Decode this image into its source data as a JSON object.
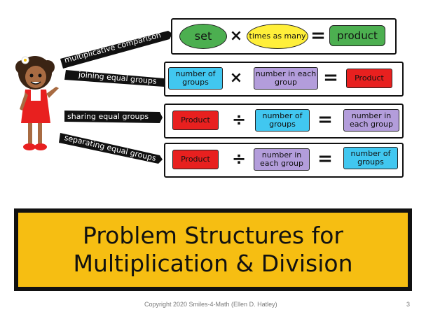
{
  "slide": {
    "rows": [
      {
        "label": "multiplicative comparison",
        "items": [
          {
            "text": "set",
            "bg": "#4caf50"
          },
          {
            "op": "×"
          },
          {
            "text": "times as many",
            "bg": "#ffef3a"
          },
          {
            "op": "="
          },
          {
            "text": "product",
            "bg": "#4caf50"
          }
        ]
      },
      {
        "label": "joining equal groups",
        "items": [
          {
            "text": "number of groups",
            "bg": "#41c7f0"
          },
          {
            "op": "×"
          },
          {
            "text": "number in each group",
            "bg": "#b39ddb"
          },
          {
            "op": "="
          },
          {
            "text": "Product",
            "bg": "#e8201f"
          }
        ]
      },
      {
        "label": "sharing equal groups",
        "items": [
          {
            "text": "Product",
            "bg": "#e8201f"
          },
          {
            "op": "÷"
          },
          {
            "text": "number of groups",
            "bg": "#41c7f0"
          },
          {
            "op": "="
          },
          {
            "text": "number in each group",
            "bg": "#b39ddb"
          }
        ]
      },
      {
        "label": "separating equal groups",
        "items": [
          {
            "text": "Product",
            "bg": "#e8201f"
          },
          {
            "op": "÷"
          },
          {
            "text": "number in each group",
            "bg": "#b39ddb"
          },
          {
            "op": "="
          },
          {
            "text": "number of groups",
            "bg": "#41c7f0"
          }
        ]
      }
    ],
    "title_line1": "Problem Structures for",
    "title_line2": "Multiplication & Division",
    "footer": "Copyright 2020 Smiles-4-Math (Ellen D. Hatley)",
    "page_number": "3",
    "colors": {
      "title_bg": "#f6be12",
      "arrow_bg": "#111111"
    }
  }
}
